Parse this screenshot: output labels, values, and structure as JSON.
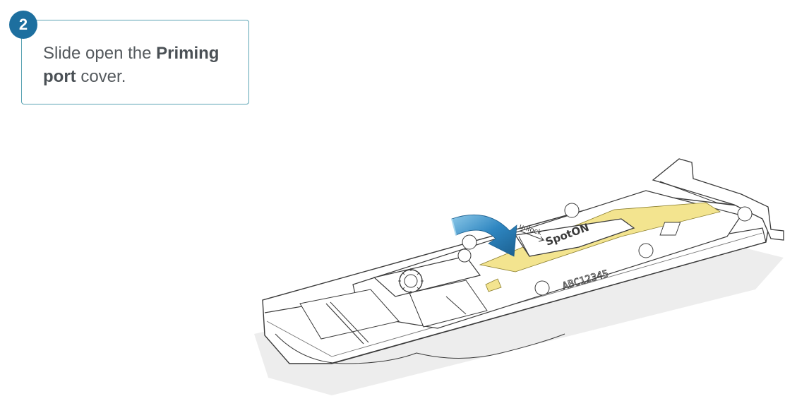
{
  "step": {
    "number": "2",
    "text_before": "Slide open the ",
    "text_bold_1": "Priming",
    "text_bold_2": "port",
    "text_after": " cover."
  },
  "device": {
    "brand_label": "SpotON",
    "serial_label": "ABC12345",
    "unlock_label": "unlock",
    "arrow_color": "#2e86c1",
    "highlight_color": "#f3e48f"
  },
  "colors": {
    "accent": "#1d6f9f",
    "callout_border": "#5aa3b3"
  }
}
